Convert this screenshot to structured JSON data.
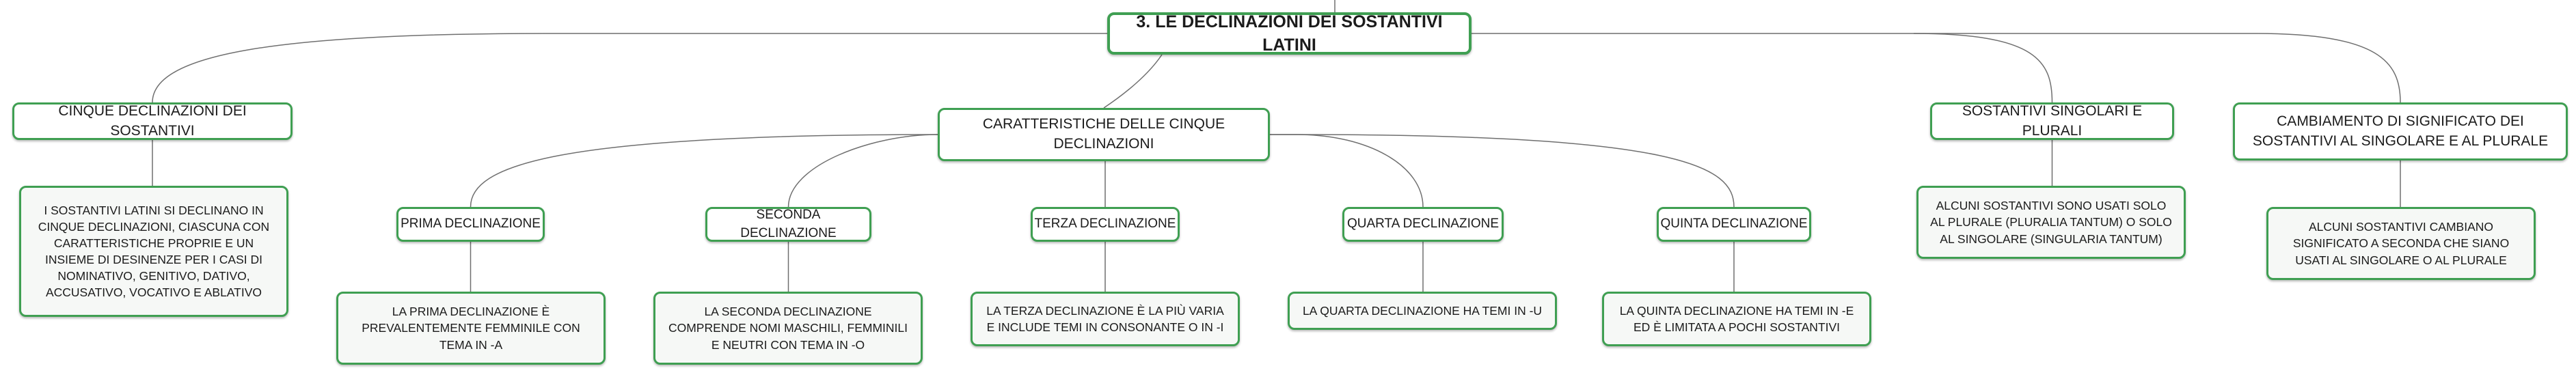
{
  "colors": {
    "border": "#3f9f52",
    "link": "#6f6f6f",
    "leaf_bg": "#f6f8f6"
  },
  "map": {
    "root": "3. LE DECLINAZIONI DEI SOSTANTIVI LATINI",
    "branches": [
      {
        "label": "CINQUE DECLINAZIONI DEI SOSTANTIVI",
        "note": "I SOSTANTIVI LATINI SI DECLINANO IN CINQUE DECLINAZIONI, CIASCUNA CON CARATTERISTICHE PROPRIE E UN INSIEME DI DESINENZE PER I CASI DI NOMINATIVO, GENITIVO, DATIVO, ACCUSATIVO, VOCATIVO E ABLATIVO"
      },
      {
        "label": "CARATTERISTICHE DELLE CINQUE DECLINAZIONI",
        "children": [
          {
            "label": "PRIMA DECLINAZIONE",
            "note": "LA PRIMA DECLINAZIONE È PREVALENTEMENTE FEMMINILE CON TEMA IN -A"
          },
          {
            "label": "SECONDA DECLINAZIONE",
            "note": "LA SECONDA DECLINAZIONE COMPRENDE NOMI MASCHILI, FEMMINILI E NEUTRI CON TEMA IN -O"
          },
          {
            "label": "TERZA DECLINAZIONE",
            "note": "LA TERZA DECLINAZIONE È LA PIÙ VARIA E INCLUDE TEMI IN CONSONANTE O IN -I"
          },
          {
            "label": "QUARTA DECLINAZIONE",
            "note": "LA QUARTA DECLINAZIONE HA TEMI IN -U"
          },
          {
            "label": "QUINTA DECLINAZIONE",
            "note": "LA QUINTA DECLINAZIONE HA TEMI IN -E ED È LIMITATA A POCHI SOSTANTIVI"
          }
        ]
      },
      {
        "label": "SOSTANTIVI SINGOLARI E PLURALI",
        "note": "ALCUNI SOSTANTIVI SONO USATI SOLO AL PLURALE (PLURALIA TANTUM) O SOLO AL SINGOLARE (SINGULARIA TANTUM)"
      },
      {
        "label": "CAMBIAMENTO DI SIGNIFICATO DEI SOSTANTIVI AL SINGOLARE E AL PLURALE",
        "note": "ALCUNI SOSTANTIVI CAMBIANO SIGNIFICATO A SECONDA CHE SIANO USATI AL SINGOLARE O AL PLURALE"
      }
    ]
  }
}
